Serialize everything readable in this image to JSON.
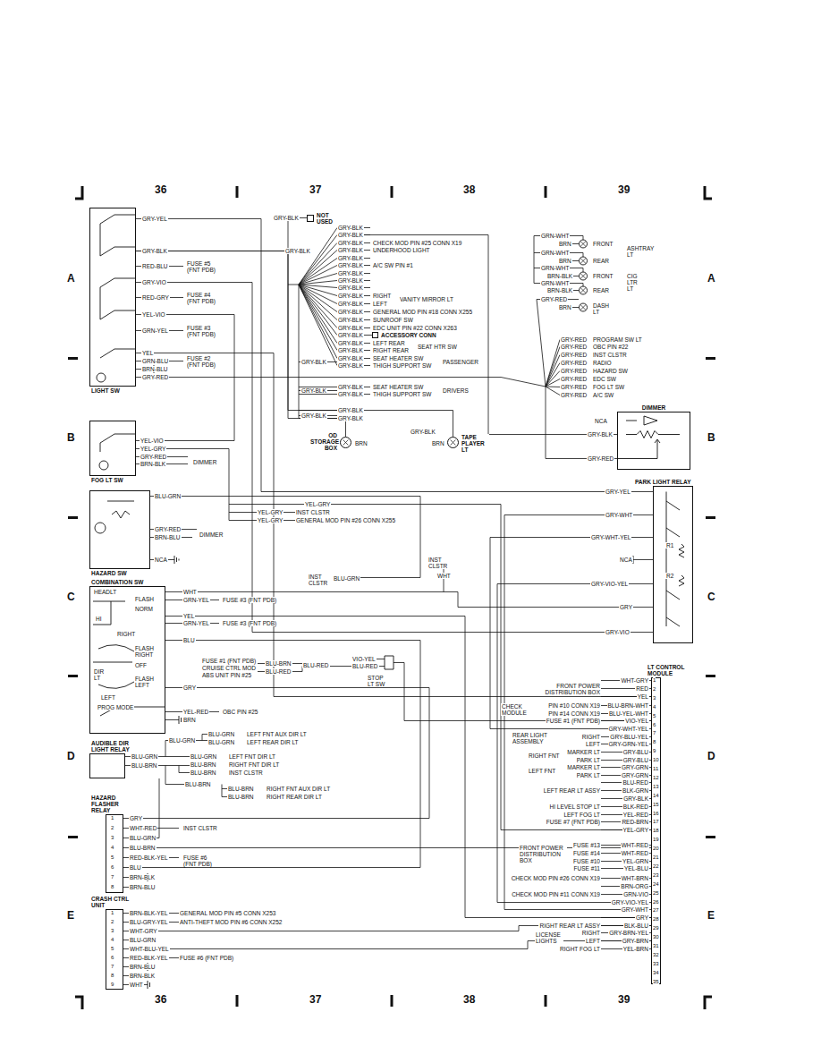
{
  "diagram": {
    "nodes": [
      {
        "text": [
          "LIGHT SW"
        ]
      },
      {
        "text": [
          "FOG LT SW"
        ]
      },
      {
        "text": [
          "HAZARD SW"
        ]
      },
      {
        "text": [
          "COMBINATION SW"
        ]
      },
      {
        "text": [
          "AUDIBLE DIR LIGHT RELAY"
        ]
      },
      {
        "text": [
          "HAZARD FLASHER RELAY"
        ]
      },
      {
        "text": [
          "CRASH CTRL UNIT"
        ]
      },
      {
        "text": [
          "NOT USED"
        ]
      },
      {
        "text": [
          "ACCESSORY CONN"
        ]
      },
      {
        "text": [
          "OD STORAGE BOX"
        ]
      },
      {
        "text": [
          "TAPE PLAYER LT"
        ]
      },
      {
        "text": [
          "DIMMER"
        ]
      },
      {
        "text": [
          "PARK LIGHT RELAY"
        ]
      },
      {
        "text": [
          "LT CONTROL MODULE"
        ]
      }
    ],
    "edges": [
      {
        "from": 0,
        "to": 12,
        "arrow": "none"
      },
      {
        "from": 0,
        "to": 9,
        "arrow": "none"
      },
      {
        "from": 0,
        "to": 10,
        "arrow": "none"
      },
      {
        "from": 5,
        "to": 13,
        "arrow": "none"
      },
      {
        "from": 3,
        "to": 12,
        "arrow": "none"
      }
    ],
    "labels": [
      "36",
      "37",
      "38",
      "39",
      "36",
      "37",
      "38",
      "39",
      "A",
      "B",
      "C",
      "D",
      "E",
      "A",
      "B",
      "C",
      "D",
      "E",
      "GRY-YEL",
      "GRY-BLK",
      "RED-BLU",
      "FUSE #5",
      "(FNT PDB)",
      "GRY-VIO",
      "RED-GRY",
      "FUSE #4",
      "(FNT PDB)",
      "YEL-VIO",
      "GRN-YEL",
      "FUSE #3",
      "(FNT PDB)",
      "YEL",
      "GRN-BLU",
      "FUSE #2",
      "(FNT PDB)",
      "BRN-BLU",
      "GRY-RED",
      "GRY-BLK",
      "GRY-BLK",
      "GRY-BLK",
      "GRY-BLK",
      "GRY-BLK",
      "GRY-BLK",
      "GRY-BLK",
      "GRY-BLK",
      "GRY-BLK",
      "GRY-BLK",
      "GRY-BLK",
      "GRY-BLK",
      "GRY-BLK",
      "GRY-BLK",
      "GRY-BLK",
      "GRY-BLK",
      "GRY-BLK",
      "GRY-BLK",
      "GRY-BLK",
      "GRY-BLK",
      "GRY-BLK",
      "GRY-BLK",
      "GRY-BLK",
      "GRY-BLK",
      "GRY-BLK",
      "GRY-BLK",
      "GRY-BLK",
      "GRY-BLK",
      "CHECK MOD PIN #25 CONN X19",
      "UNDERHOOD LIGHT",
      "A/C SW PIN #1",
      "RIGHT",
      "LEFT",
      "VANITY MIRROR LT",
      "GENERAL MOD PIN #18 CONN X255",
      "SUNROOF SW",
      "EDC UNIT PIN #22 CONN X263",
      "LEFT REAR",
      "RIGHT REAR",
      "SEAT HTR SW",
      "SEAT HEATER SW",
      "THIGH SUPPORT SW",
      "PASSENGER",
      "SEAT HEATER SW",
      "THIGH SUPPORT SW",
      "DRIVERS",
      "GRY-BLK",
      "BRN",
      "BRN",
      "GRN-WHT",
      "BRN",
      "FRONT",
      "GRN-WHT",
      "BRN",
      "REAR",
      "ASHTRAY LT",
      "GRN-WHT",
      "BRN-BLK",
      "FRONT",
      "GRN-WHT",
      "BRN-BLK",
      "REAR",
      "CIG LTR LT",
      "GRY-RED",
      "BRN",
      "DASH LT",
      "GRY-RED",
      "GRY-RED",
      "GRY-RED",
      "GRY-RED",
      "GRY-RED",
      "GRY-RED",
      "GRY-RED",
      "GRY-RED",
      "PROGRAM SW LT",
      "OBC PIN #22",
      "INST CLSTR",
      "RADIO",
      "HAZARD SW",
      "EDC SW",
      "FOG LT SW",
      "A/C SW",
      "NCA",
      "GRY-BLK",
      "GRY-RED",
      "YEL-VIO",
      "YEL-GRY",
      "GRY-RED",
      "BRN-BLK",
      "DIMMER",
      "BLU-GRN",
      "GRY-RED",
      "DIMMER",
      "BRN-BLU",
      "NCA",
      "YEL-GRY",
      "YEL-GRY",
      "INST CLSTR",
      "YEL-GRY",
      "GENERAL MOD PIN #26 CONN X255",
      "INST CLSTR",
      "WHT",
      "INST CLSTR",
      "BLU-GRN",
      "GRY-YEL",
      "GRY-WHT",
      "GRY-WHT-YEL",
      "NCA",
      "GRY-VIO-YEL",
      "GRY",
      "GRY-VIO",
      "R1",
      "R2",
      "HEADLT",
      "FLASH",
      "NORM",
      "HI",
      "RIGHT",
      "FLASH RIGHT",
      "OFF",
      "DIR LT",
      "FLASH LEFT",
      "LEFT",
      "PROG MODE",
      "WHT",
      "GRN-YEL",
      "FUSE #3 (FNT PDB)",
      "YEL",
      "GRN-YEL",
      "FUSE #3 (FNT PDB)",
      "BLU",
      "GRY",
      "YEL-RED",
      "OBC PIN #25",
      "BRN",
      "FUSE #1 (FNT PDB)",
      "CRUISE CTRL MOD",
      "ABS UNIT PIN #25",
      "BLU-BRN",
      "BLU-RED",
      "BLU-RED",
      "VIO-YEL",
      "BLU-RED",
      "STOP LT SW",
      "BLU-GRN",
      "BLU-BRN",
      "BLU-GRN",
      "BLU-GRN",
      "BLU-GRN",
      "LEFT FNT AUX DIR LT",
      "LEFT REAR DIR LT",
      "BLU-GRN",
      "LEFT FNT DIR LT",
      "BLU-BRN",
      "RIGHT FNT DIR LT",
      "BLU-BRN",
      "INST CLSTR",
      "BLU-BRN",
      "BLU-BRN",
      "RIGHT FNT AUX DIR LT",
      "BLU-BRN",
      "RIGHT REAR DIR LT",
      "1",
      "2",
      "3",
      "4",
      "5",
      "6",
      "7",
      "8",
      "GRY",
      "WHT-RED",
      "BLU-GRN",
      "BLU-BRN",
      "RED-BLK-YEL",
      "BLU",
      "BRN-BLK",
      "BRN-BLU",
      "INST CLSTR",
      "FUSE #6",
      "(FNT PDB)",
      "1",
      "2",
      "3",
      "4",
      "5",
      "6",
      "7",
      "8",
      "9",
      "BRN-BLK-YEL",
      "BLU-GRY-YEL",
      "WHT-GRY",
      "BLU-GRN",
      "WHT-BLU-YEL",
      "RED-BLK-YEL",
      "BRN-BLU",
      "BRN-BLK",
      "WHT",
      "GENERAL MOD PIN #5 CONN X253",
      "ANTI-THEFT MOD PIN #6 CONN X252",
      "FUSE #6 (FNT PDB)",
      "1",
      "2",
      "3",
      "4",
      "5",
      "6",
      "7",
      "8",
      "9",
      "10",
      "11",
      "12",
      "13",
      "14",
      "15",
      "16",
      "17",
      "18",
      "19",
      "20",
      "21",
      "22",
      "23",
      "24",
      "25",
      "26",
      "27",
      "28",
      "29",
      "30",
      "31",
      "32",
      "33",
      "34",
      "35",
      "WHT-GRY",
      "RED",
      "YEL",
      "BLU-BRN-WHT",
      "BLU-YEL-WHT",
      "VIO-YEL",
      "GRY-WHT-YEL",
      "GRY-BLU-YEL",
      "GRY-GRN-YEL",
      "GRY-BLU",
      "GRY-BLU",
      "GRY-GRN",
      "GRY-GRN",
      "BLU-RED",
      "BLK-GRN",
      "GRY-BLK",
      "BLK-RED",
      "YEL-RED",
      "RED-BRN",
      "YEL-GRY",
      "WHT-RED",
      "WHT-RED",
      "YEL-GRN",
      "YEL-BLU",
      "WHT-BRN",
      "BRN-ORG",
      "GRN-VIO",
      "GRY-VIO-YEL",
      "GRY-WHT",
      "GRY",
      "BLK-BLU",
      "GRY-BRN-YEL",
      "GRY-BRN",
      "YEL-BRN",
      "FRONT POWER DISTRIBUTION BOX",
      "CHECK MODULE",
      "PIN #10 CONN X19",
      "PIN #14 CONN X19",
      "FUSE #1 (FNT PDB)",
      "REAR LIGHT ASSEMBLY",
      "RIGHT",
      "LEFT",
      "RIGHT FNT",
      "MARKER LT",
      "PARK LT",
      "LEFT FNT",
      "MARKER LT",
      "PARK LT",
      "LEFT REAR LT ASSY",
      "HI LEVEL STOP LT",
      "LEFT FOG LT",
      "FUSE #7 (FNT PDB)",
      "FUSE #13",
      "FUSE #14",
      "FUSE #10",
      "FUSE #11",
      "FRONT POWER DISTRIBUTION BOX",
      "CHECK MOD PIN #26 CONN X19",
      "CHECK MOD PIN #11 CONN X19",
      "RIGHT REAR LT ASSY",
      "LICENSE LIGHTS",
      "RIGHT",
      "LEFT",
      "RIGHT FOG LT"
    ]
  }
}
